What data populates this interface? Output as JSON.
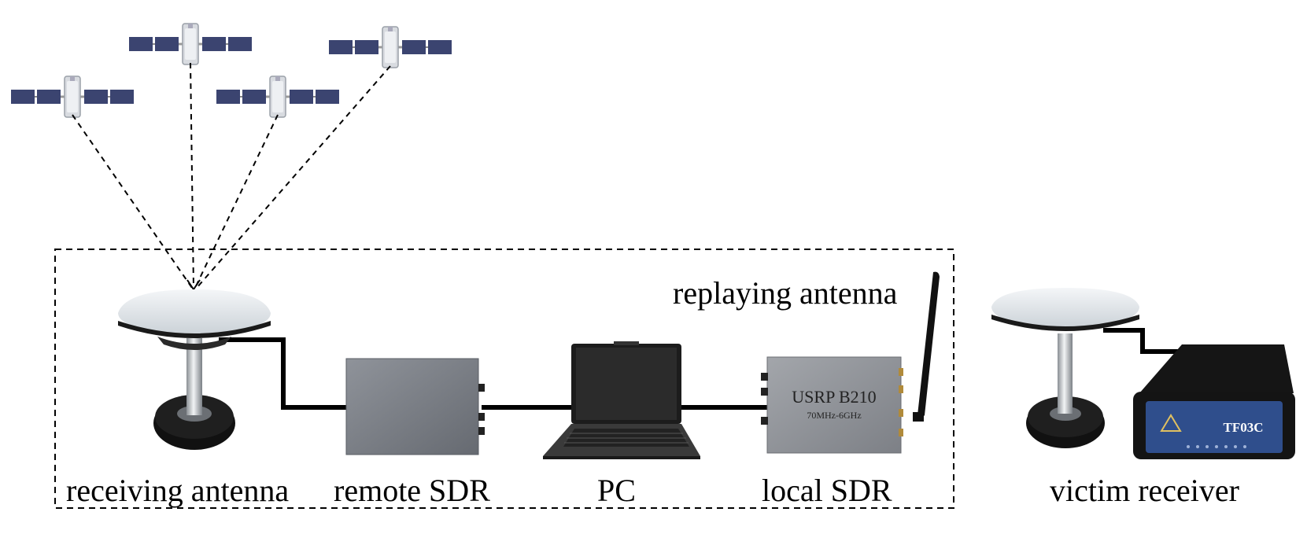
{
  "labels": {
    "receiving_antenna": "receiving antenna",
    "remote_sdr": "remote SDR",
    "pc": "PC",
    "local_sdr": "local SDR",
    "victim_receiver": "victim receiver",
    "replaying_antenna": "replaying antenna"
  },
  "device_text": {
    "usrp_model": "USRP B210",
    "usrp_range": "70MHz-6GHz",
    "victim_model": "TF03C"
  },
  "colors": {
    "satellite_panel": "#3b4470",
    "cable": "#000000",
    "antenna_dome": "#e8ecef",
    "sdr_box": "#7c8087",
    "receiver_panel": "#2f4e8c"
  }
}
